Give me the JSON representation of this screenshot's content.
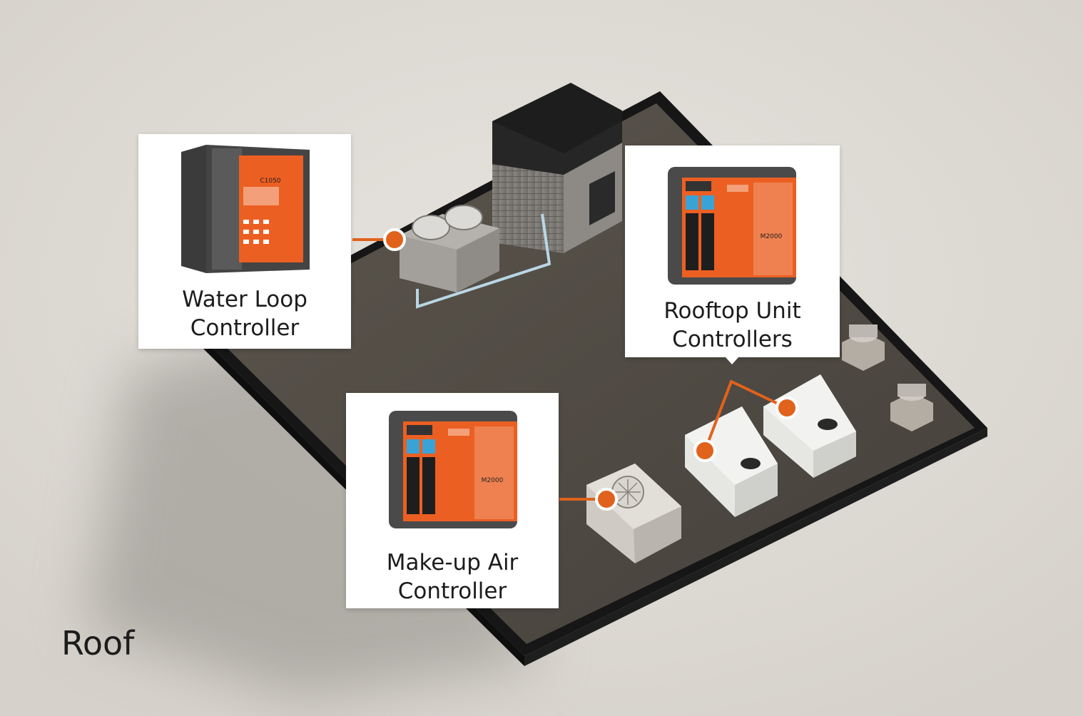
{
  "scene_label": "Roof",
  "accent_color": "#e0621c",
  "callouts": {
    "water_loop": {
      "line1": "Water Loop",
      "line2": "Controller",
      "device_icon": "c1050-controller-icon",
      "device_model": "C1050"
    },
    "rooftop_unit": {
      "line1": "Rooftop Unit",
      "line2": "Controllers",
      "device_icon": "m2000-controller-icon",
      "device_model": "M2000"
    },
    "makeup_air": {
      "line1": "Make-up Air",
      "line2": "Controller",
      "device_icon": "m2000-controller-icon",
      "device_model": "M2000"
    }
  }
}
